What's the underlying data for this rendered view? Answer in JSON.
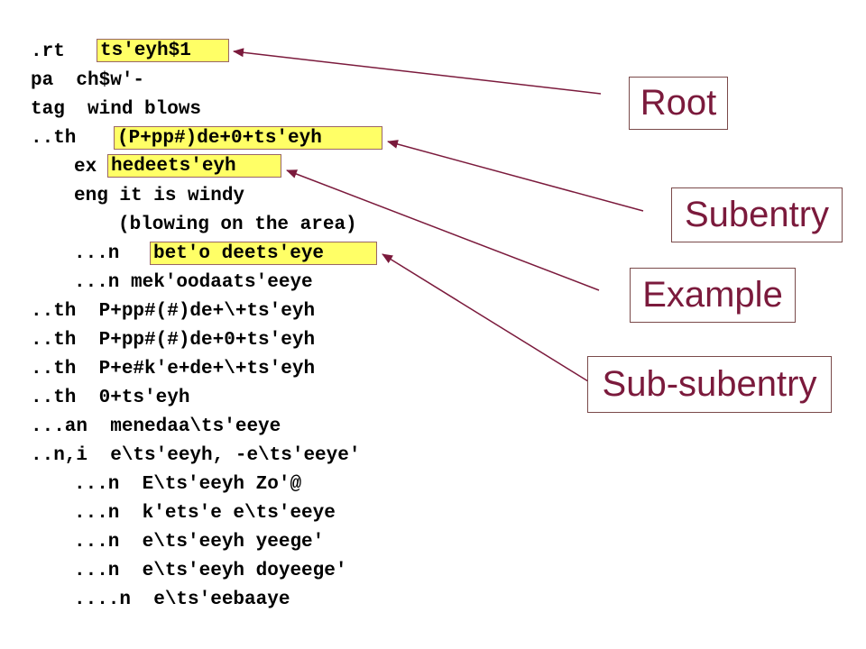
{
  "code_lines": [
    ".rt",
    "pa  ch$w'-",
    "tag  wind blows",
    "..th",
    "ex",
    "eng it is windy",
    "(blowing on the area)",
    "...n",
    "...n mek'oodaats'eeye",
    "..th  P+pp#(#)de+\\+ts'eyh",
    "..th  P+pp#(#)de+0+ts'eyh",
    "..th  P+e#k'e+de+\\+ts'eyh",
    "..th  0+ts'eyh",
    "...an  menedaa\\ts'eeye",
    "..n,i  e\\ts'eeyh, -e\\ts'eeye'",
    "...n  E\\ts'eeyh Zo'@",
    "...n  k'ets'e e\\ts'eeye",
    "...n  e\\ts'eeyh yeege'",
    "...n  e\\ts'eeyh doyeege'",
    "....n  e\\ts'eebaaye"
  ],
  "highlights": {
    "root": "ts'eyh$1",
    "subentry": "(P+pp#)de+0+ts'eyh",
    "example": "hedeets'eyh",
    "subsubentry": "bet'o deets'eye"
  },
  "labels": {
    "root": "Root",
    "subentry": "Subentry",
    "example": "Example",
    "subsubentry": "Sub-subentry"
  },
  "colors": {
    "highlight": "#ffff66",
    "label_text": "#7b1a3c",
    "arrow": "#7b1a3c"
  }
}
